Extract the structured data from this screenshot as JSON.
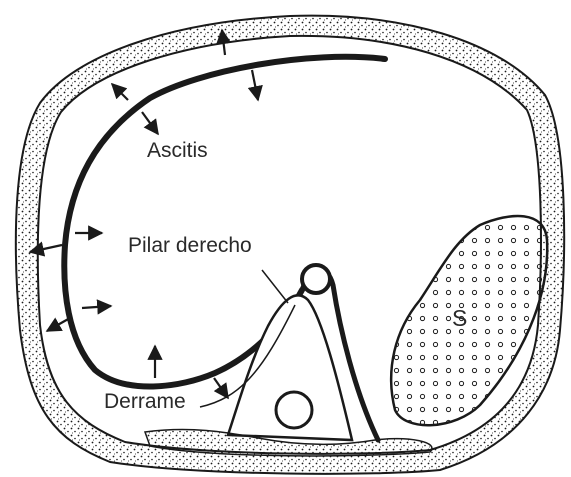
{
  "labels": {
    "ascitis": "Ascitis",
    "pilar_derecho": "Pilar derecho",
    "derrame": "Derrame",
    "spleen": "S"
  },
  "colors": {
    "ink": "#1a1a1a",
    "paper": "#ffffff",
    "label": "#2a2a2a"
  }
}
